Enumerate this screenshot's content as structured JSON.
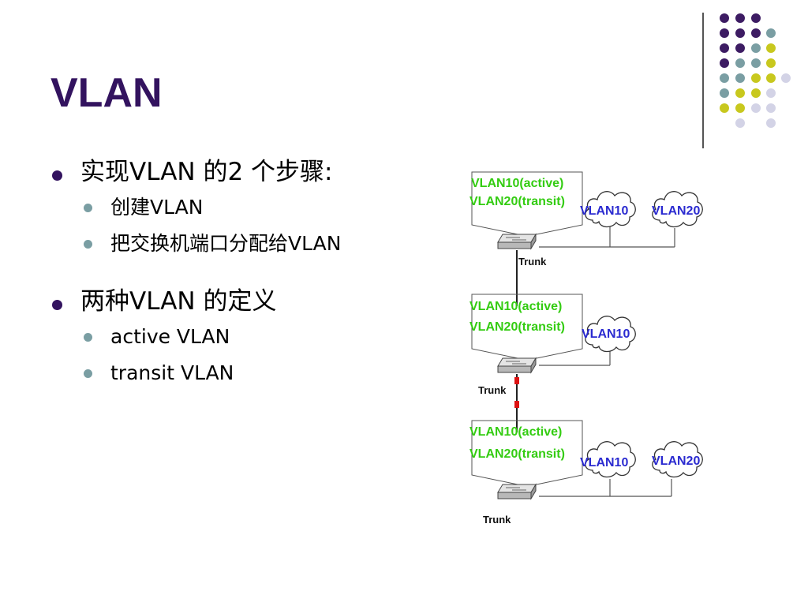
{
  "slide": {
    "title": "VLAN",
    "bullets": [
      {
        "text": "实现VLAN 的2 个步骤:",
        "sub": [
          "创建VLAN",
          "把交换机端口分配给VLAN"
        ]
      },
      {
        "text": "两种VLAN 的定义",
        "sub": [
          "active VLAN",
          "transit VLAN"
        ]
      }
    ]
  },
  "diagram": {
    "switch_labels": {
      "active": "VLAN10(active)",
      "transit": "VLAN20(transit)"
    },
    "cloud_vlan10": "VLAN10",
    "cloud_vlan20": "VLAN20",
    "trunk": "Trunk"
  },
  "colors": {
    "title": "#33135f",
    "bullet_main": "#33135f",
    "bullet_sub": "#7a9ea3",
    "label_green": "#33cc11",
    "label_blue": "#2a2ad0",
    "dot_purple": "#3d1c63",
    "dot_teal": "#7a9ea3",
    "dot_yellow": "#c8c81e",
    "dot_lavender": "#d3d3e6"
  }
}
